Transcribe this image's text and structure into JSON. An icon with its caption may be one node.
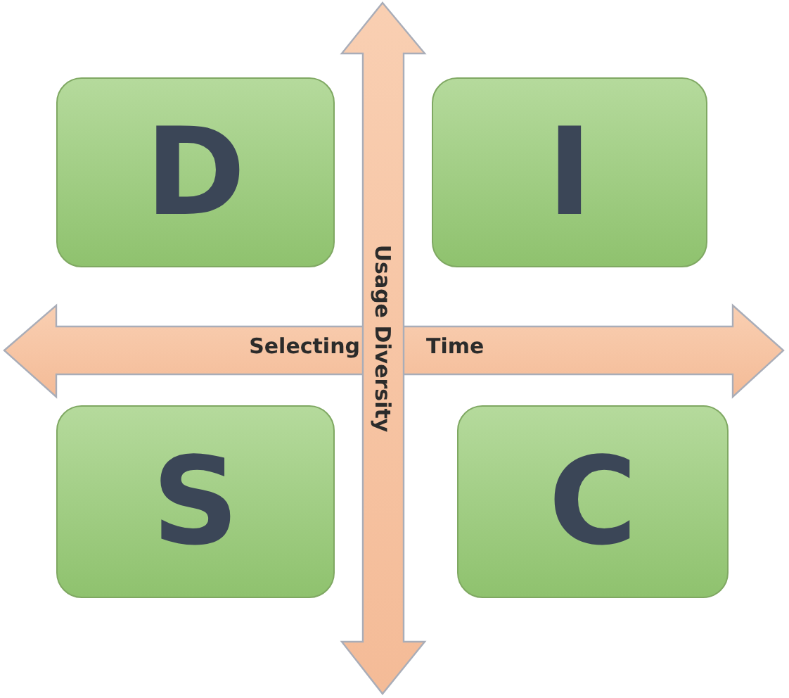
{
  "diagram": {
    "nodes": [
      {
        "text": [
          "D"
        ]
      },
      {
        "text": [
          "I"
        ]
      },
      {
        "text": [
          "S"
        ]
      },
      {
        "text": [
          "C"
        ]
      }
    ],
    "labels": [
      "Usage Diversity",
      "Selecting",
      "Time"
    ]
  }
}
